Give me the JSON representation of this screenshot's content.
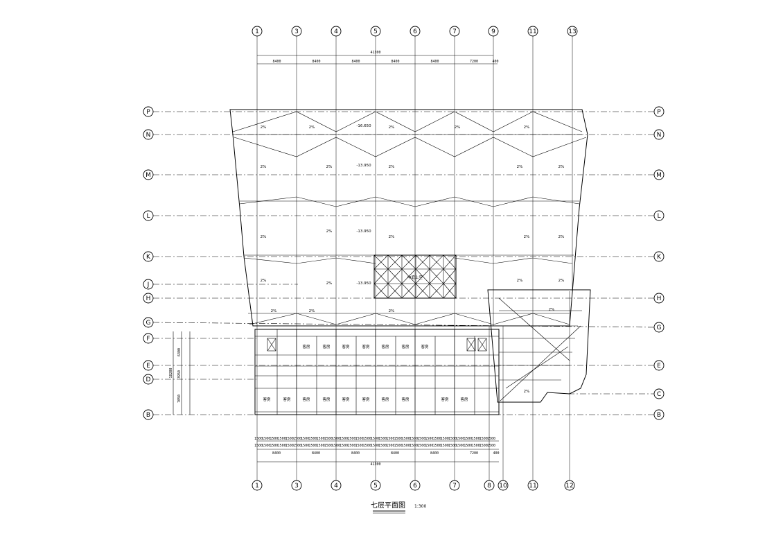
{
  "title": "七层平面图",
  "scale": "1:300",
  "grid_columns_top": [
    "1",
    "3",
    "4",
    "5",
    "6",
    "7",
    "9",
    "11",
    "13"
  ],
  "grid_columns_bottom": [
    "1",
    "3",
    "4",
    "5",
    "6",
    "7",
    "8",
    "10",
    "11",
    "12"
  ],
  "grid_rows_left": [
    "P",
    "N",
    "M",
    "L",
    "K",
    "J",
    "H",
    "G",
    "F",
    "E",
    "D",
    "B"
  ],
  "grid_rows_right": [
    "P",
    "N",
    "M",
    "L",
    "K",
    "H",
    "G",
    "E",
    "C",
    "B"
  ],
  "top_total_dim": "41300",
  "top_bay_dims": [
    "8400",
    "8400",
    "8400",
    "8400",
    "8400",
    "7200",
    "400"
  ],
  "bottom_total_dim": "41300",
  "bottom_bay_dims": [
    "8400",
    "8400",
    "8400",
    "8400",
    "8400",
    "7200",
    "400"
  ],
  "bottom_sub_dims": [
    "1500",
    "1500",
    "1500",
    "1500",
    "1500",
    "1500",
    "1500",
    "1500",
    "1500",
    "1500",
    "1500",
    "1500",
    "1500",
    "1500",
    "1500",
    "1500",
    "1500",
    "1500",
    "1500",
    "1500",
    "1500",
    "1500",
    "1500",
    "1500",
    "1500",
    "1500",
    "1500",
    "1500",
    "1500",
    "1500",
    "1500",
    "1500",
    "1500",
    "1500",
    "1500",
    "1500",
    "1500",
    "1500",
    "1500",
    "1500",
    "1500",
    "1500",
    "1500",
    "1500",
    "1500",
    "1500",
    "1500",
    "1500",
    "1500",
    "1500",
    "1500",
    "1500",
    "1500",
    "1500",
    "1500",
    "1500",
    "1500",
    "1500",
    "1500",
    "1500",
    "1500",
    "1500"
  ],
  "left_dims": [
    "6300",
    "3950",
    "7050",
    "18200"
  ],
  "center_label": "中庭上空",
  "slope": "2%",
  "room_label": "客房",
  "small_labels": [
    "-16.650",
    "-13.950",
    "-13.950",
    "-13.950"
  ]
}
